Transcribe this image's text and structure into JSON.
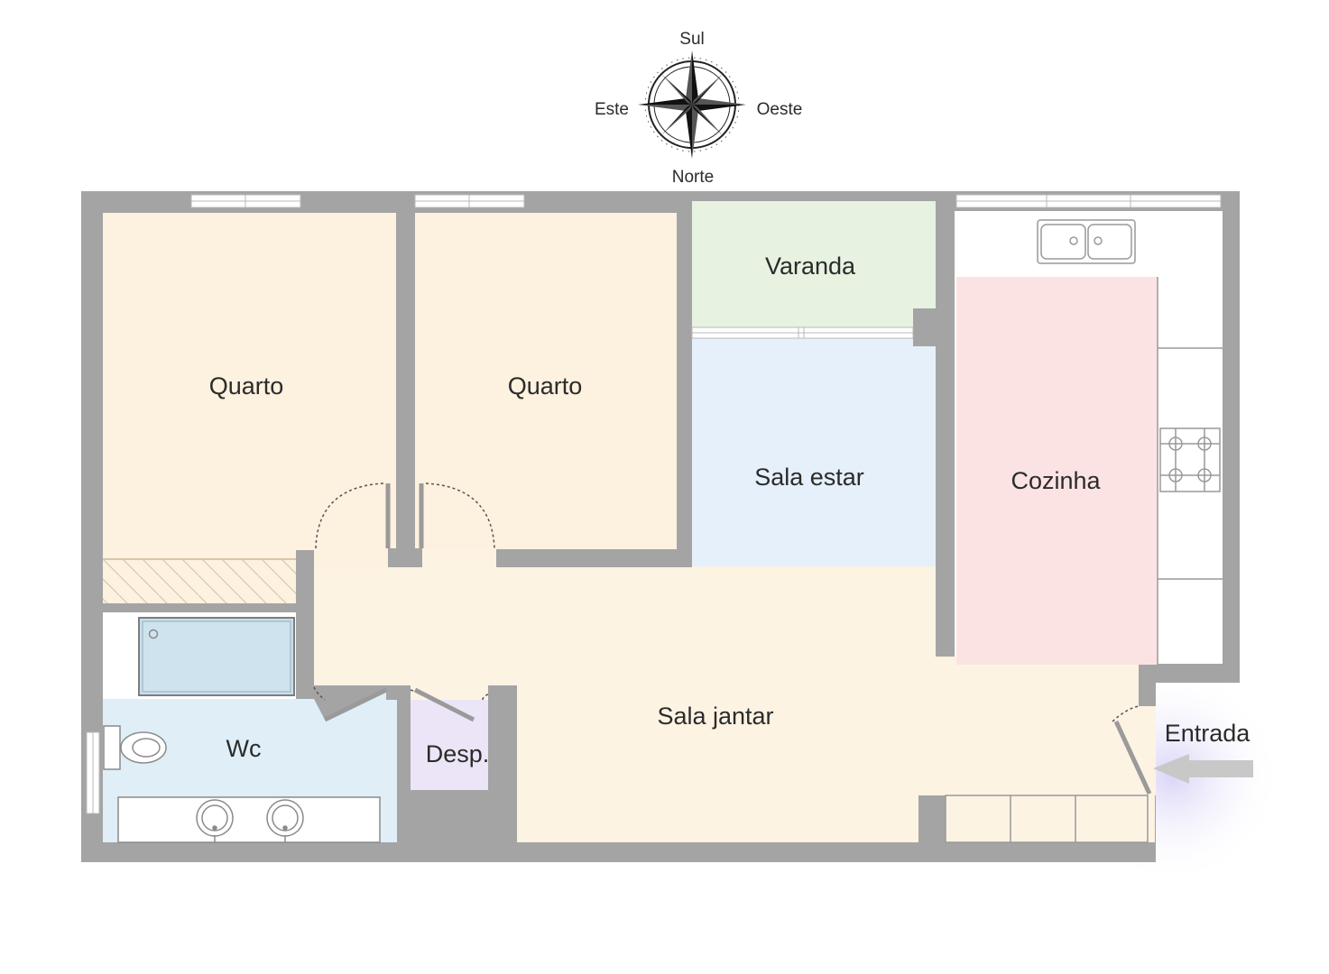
{
  "compass": {
    "top": "Sul",
    "left": "Este",
    "right": "Oeste",
    "bottom": "Norte"
  },
  "rooms": {
    "quarto_1": "Quarto",
    "quarto_2": "Quarto",
    "varanda": "Varanda",
    "sala_estar": "Sala estar",
    "cozinha": "Cozinha",
    "sala_jantar": "Sala jantar",
    "wc": "Wc",
    "desp": "Desp."
  },
  "entrance": {
    "label": "Entrada"
  },
  "colors": {
    "wall": "#a4a4a4",
    "quarto": "#fdf1df",
    "varanda": "#e7f2e1",
    "sala_estar": "#e5f0fb",
    "cozinha": "#fce3e3",
    "sala_jantar": "#fdf3e3",
    "wc": "#dfeef7",
    "desp": "#ece5f7",
    "entrance_glow": "#dcd6f7"
  }
}
